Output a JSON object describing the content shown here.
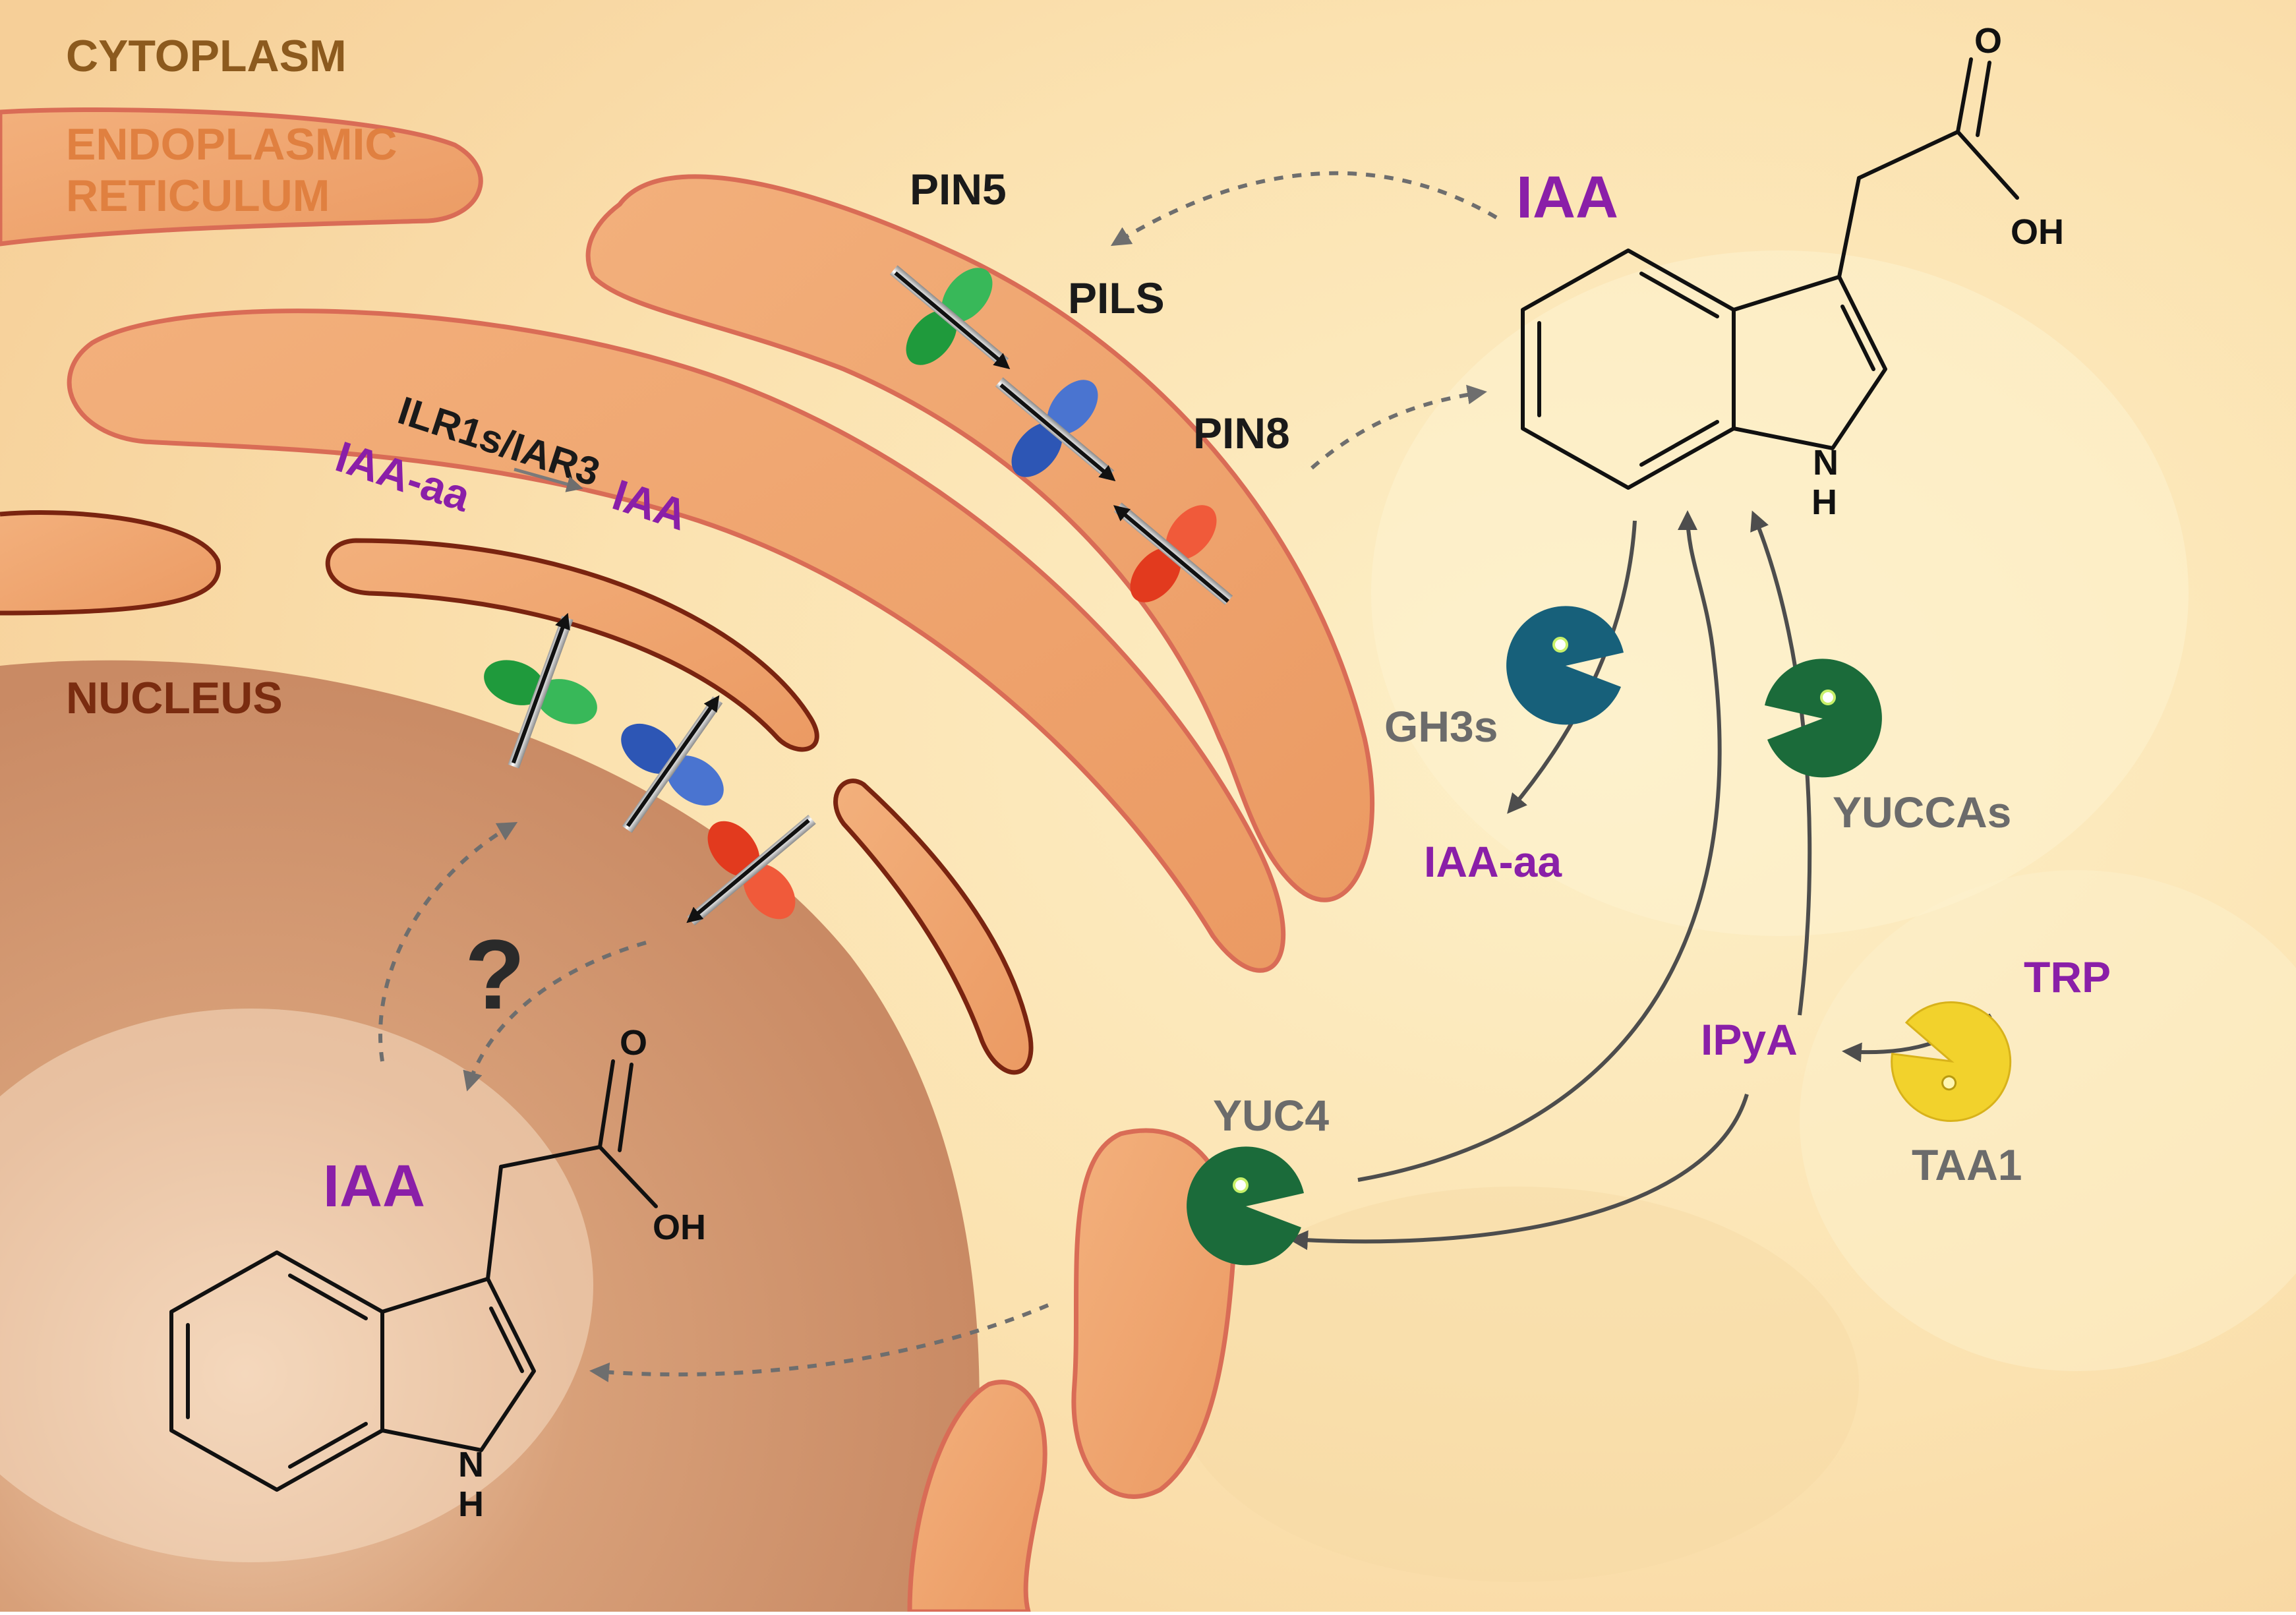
{
  "colors": {
    "cytoplasm_bg": "#fbe4b4",
    "er_fill": "#efa670",
    "er_stroke": "#d96c56",
    "nucleus_fill": "#d9a078",
    "nucleus_stroke": "#7a2410",
    "molecule_purple": "#8a1fa8",
    "pin5_green": "#1f9a3c",
    "pils_blue": "#2d56b5",
    "pin8_red": "#e23a1e",
    "gh3_teal": "#17607a",
    "yucca_green": "#1b6b3a",
    "taa1_yellow": "#f2d22c"
  },
  "compartments": {
    "cytoplasm": "CYTOPLASM",
    "er_line1": "ENDOPLASMIC",
    "er_line2": "RETICULUM",
    "nucleus": "NUCLEUS"
  },
  "transporters": {
    "pin5": "PIN5",
    "pils": "PILS",
    "pin8": "PIN8"
  },
  "er_reaction": {
    "enzyme": "ILR1s/IAR3",
    "substrate": "IAA-aa",
    "product": "IAA"
  },
  "cytoplasm_iaa": {
    "label": "IAA",
    "atom_o": "O",
    "atom_oh": "OH",
    "atom_n": "N",
    "atom_h": "H"
  },
  "nuclear_iaa": {
    "label": "IAA",
    "atom_o": "O",
    "atom_oh": "OH",
    "atom_n": "N",
    "atom_h": "H"
  },
  "unknown": "?",
  "enzymes": {
    "gh3s": "GH3s",
    "yuccas": "YUCCAs",
    "yuc4": "YUC4",
    "taa1": "TAA1"
  },
  "molecules": {
    "iaa_aa": "IAA-aa",
    "ipya": "IPyA",
    "trp": "TRP"
  },
  "icons": [
    "transporter-icon",
    "pacman-enzyme-icon",
    "indole-structure-icon"
  ]
}
